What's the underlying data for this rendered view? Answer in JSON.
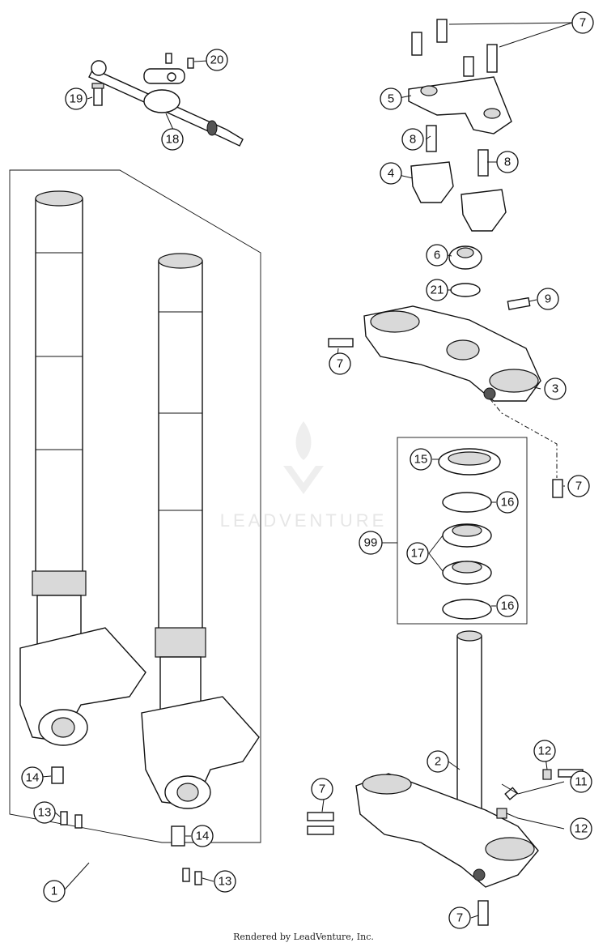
{
  "watermark_text": "LEADVENTURE",
  "footer_text": "Rendered by LeadVenture, Inc.",
  "callouts": {
    "c1": "1",
    "c2": "2",
    "c3": "3",
    "c4": "4",
    "c5": "5",
    "c6": "6",
    "c7a": "7",
    "c7b": "7",
    "c7c": "7",
    "c7d": "7",
    "c7e": "7",
    "c8a": "8",
    "c8b": "8",
    "c9": "9",
    "c11": "11",
    "c12a": "12",
    "c12b": "12",
    "c13a": "13",
    "c13b": "13",
    "c14a": "14",
    "c14b": "14",
    "c15": "15",
    "c16a": "16",
    "c16b": "16",
    "c17": "17",
    "c18": "18",
    "c19": "19",
    "c20": "20",
    "c21": "21",
    "c99": "99"
  }
}
